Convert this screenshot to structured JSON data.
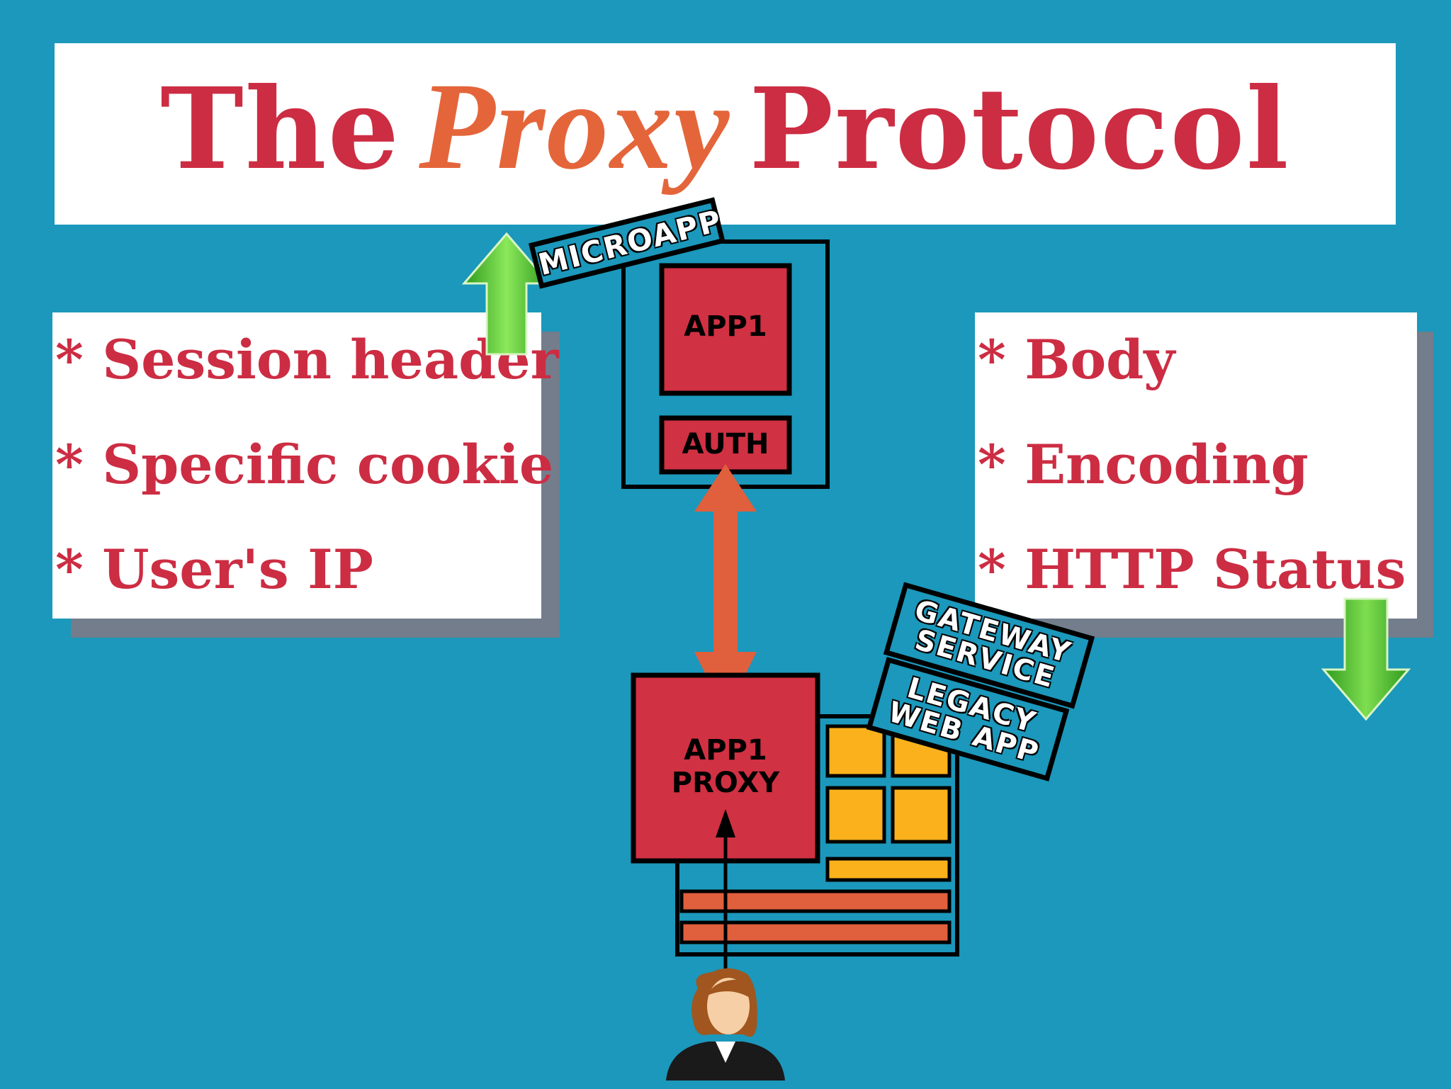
{
  "title": {
    "pre": "The",
    "accent": "Proxy",
    "post": "Protocol"
  },
  "left_panel": {
    "items": [
      "* Session header",
      "* Specific cookie",
      "* User's IP"
    ]
  },
  "right_panel": {
    "items": [
      "* Body",
      "* Encoding",
      "* HTTP Status"
    ]
  },
  "tags": {
    "microapp": "MICROAPP",
    "gateway_line1": "GATEWAY",
    "gateway_line2": "SERVICE",
    "legacy_line1": "LEGACY",
    "legacy_line2": "WEB APP"
  },
  "boxes": {
    "app1": "APP1",
    "auth": "AUTH",
    "proxy_line1": "APP1",
    "proxy_line2": "PROXY"
  },
  "icons": [
    "up-arrow-icon",
    "down-arrow-icon",
    "user-avatar-icon"
  ],
  "colors": {
    "background": "#1b98bb",
    "title_red": "#cc2d43",
    "title_orange": "#e4653a",
    "box_red": "#d03143",
    "arrow_orange": "#e05f3c",
    "yellow": "#fbb11b",
    "green": "#46b72b"
  }
}
